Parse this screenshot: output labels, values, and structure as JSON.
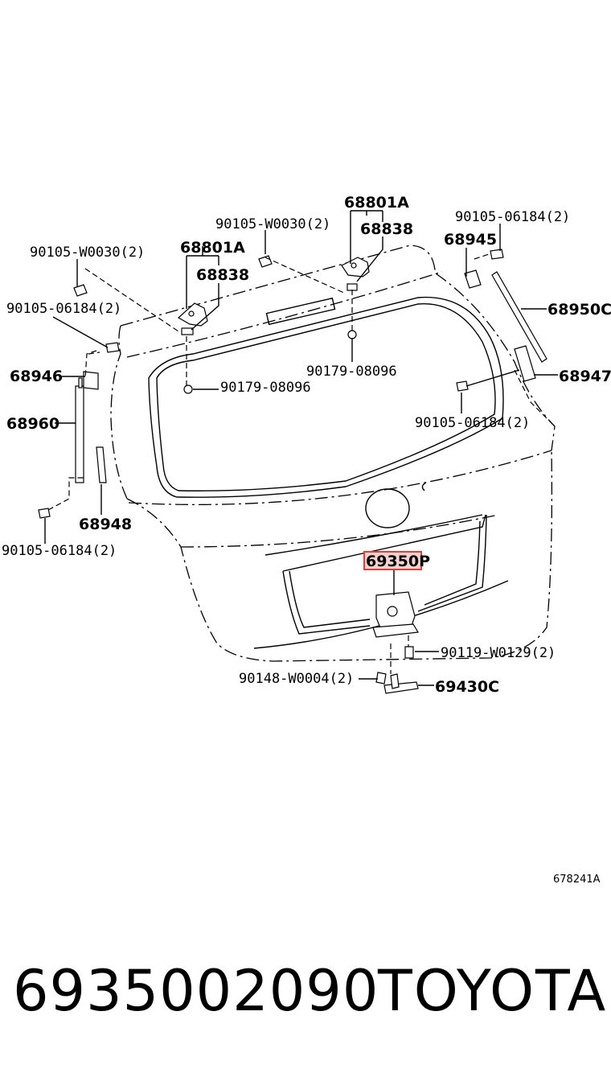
{
  "diagram": {
    "labels": {
      "l1": "68801A",
      "l2": "68838",
      "l3": "90105-W0030(2)",
      "l4": "90105-06184(2)",
      "l5": "68945",
      "l6": "68801A",
      "l7": "68838",
      "l8": "90105-W0030(2)",
      "l9": "90105-06184(2)",
      "l10": "68950C",
      "l11": "90179-08096",
      "l12": "68946",
      "l13": "90179-08096",
      "l14": "68947",
      "l15": "68960",
      "l16": "90105-06184(2)",
      "l17": "68948",
      "l18": "90105-06184(2)",
      "l19": "69350P",
      "l20": "90119-W0129(2)",
      "l21": "90148-W0004(2)",
      "l22": "69430C"
    },
    "highlight_color": "#d9413a",
    "ref_code": "678241A"
  },
  "footer": {
    "part_number": "6935002090",
    "brand": "TOYOTA"
  }
}
